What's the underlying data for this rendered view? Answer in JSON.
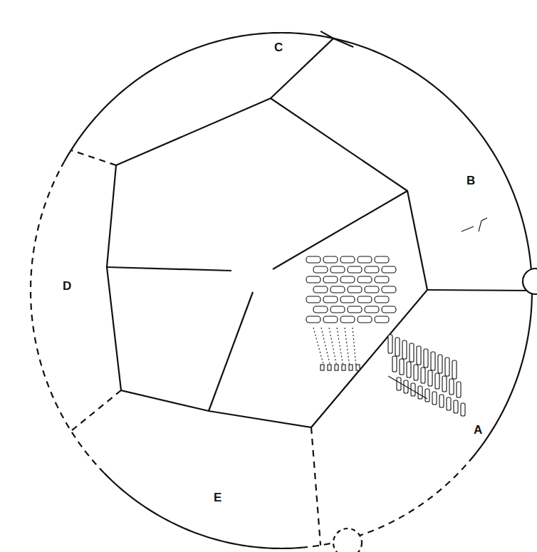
{
  "diagram": {
    "labels": [
      "C",
      "B",
      "D",
      "A",
      "E"
    ]
  }
}
